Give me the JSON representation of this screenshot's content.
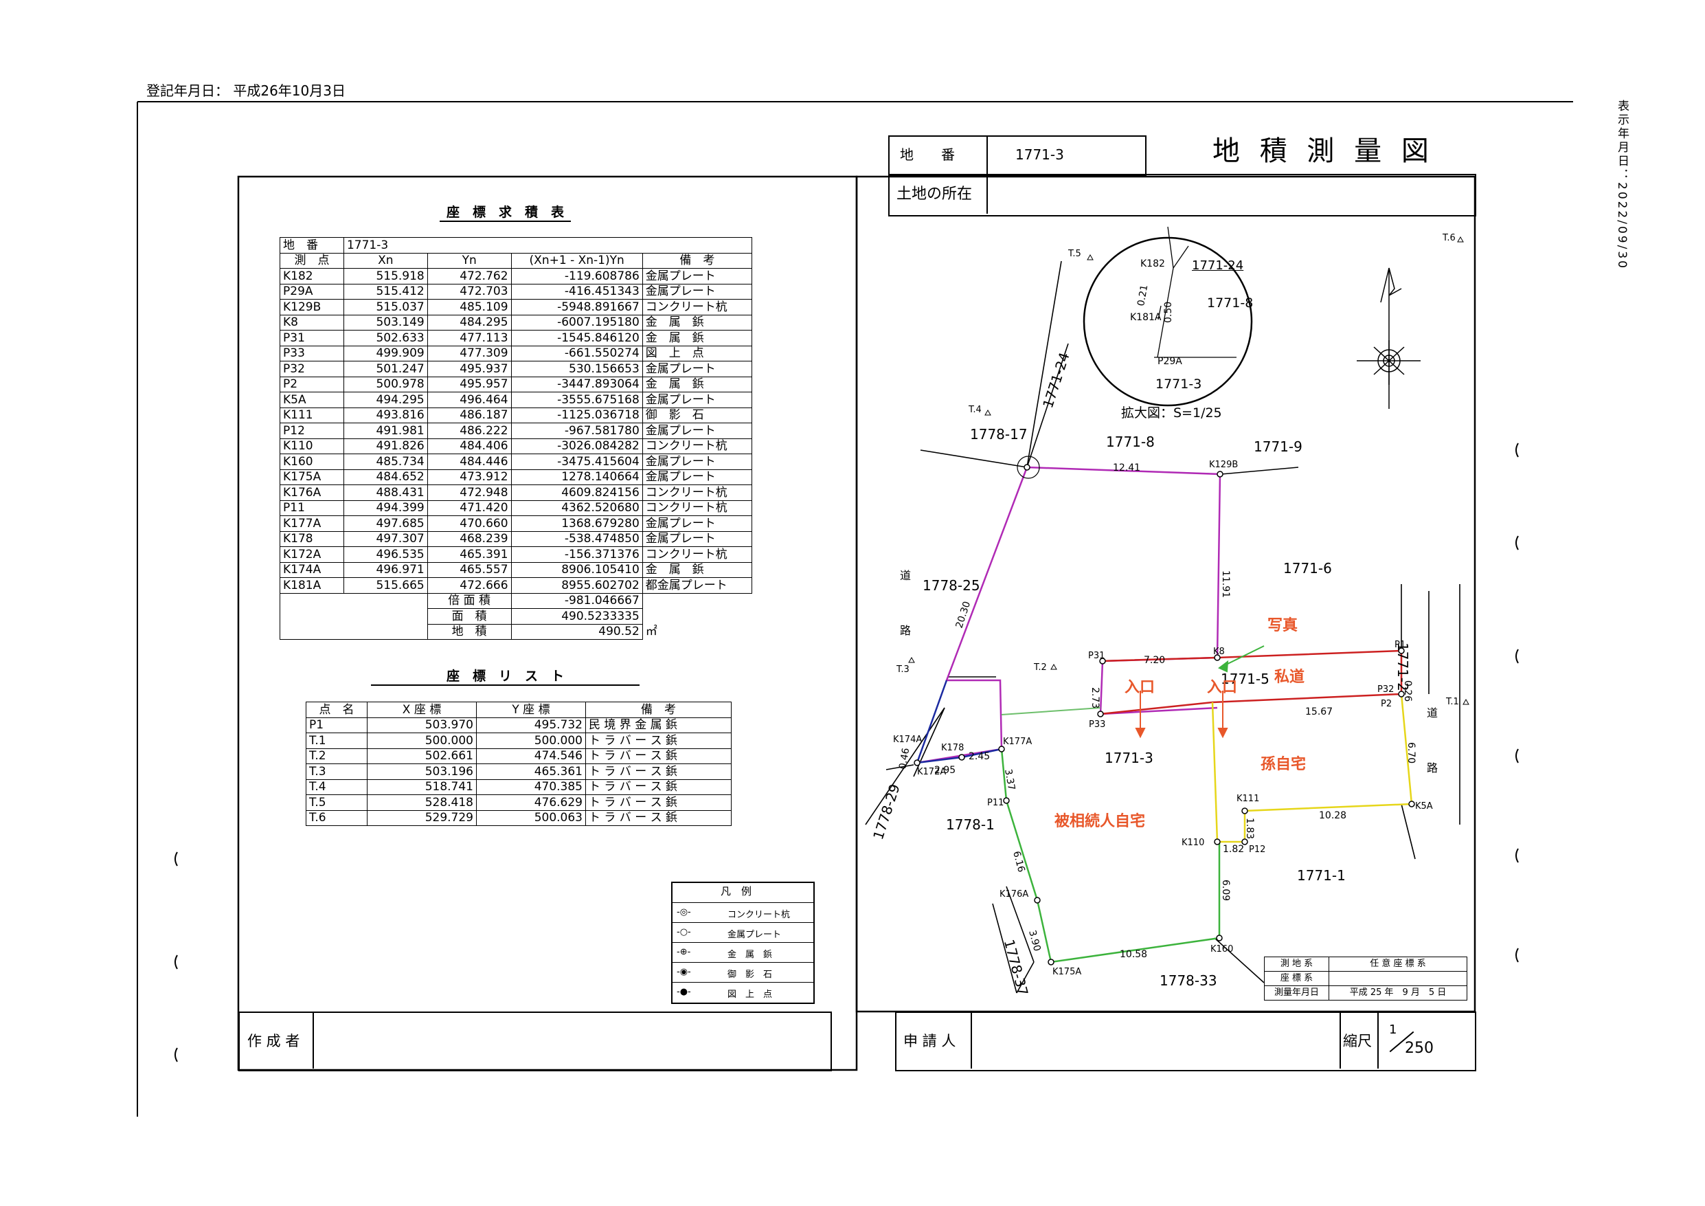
{
  "header": {
    "registration_date": "登記年月日： 平成26年10月3日",
    "side_stamp": "表示年月日：2022/09/30"
  },
  "title_block": {
    "lot_label": "地　　番",
    "lot_value": "1771-3",
    "location_label": "土地の所在",
    "location_value": "",
    "title": "地 積 測 量 図"
  },
  "area_table": {
    "title": "座　標　求　積　表",
    "head_label": "地　番",
    "head_value": "1771-3",
    "columns": [
      "測　点",
      "Xn",
      "Yn",
      "(Xn+1 - Xn-1)Yn",
      "備　考"
    ],
    "rows": [
      [
        "K182",
        "515.918",
        "472.762",
        "-119.608786",
        "金属プレート"
      ],
      [
        "P29A",
        "515.412",
        "472.703",
        "-416.451343",
        "金属プレート"
      ],
      [
        "K129B",
        "515.037",
        "485.109",
        "-5948.891667",
        "コンクリート杭"
      ],
      [
        "K8",
        "503.149",
        "484.295",
        "-6007.195180",
        "金　属　鋲"
      ],
      [
        "P31",
        "502.633",
        "477.113",
        "-1545.846120",
        "金　属　鋲"
      ],
      [
        "P33",
        "499.909",
        "477.309",
        "-661.550274",
        "図　上　点"
      ],
      [
        "P32",
        "501.247",
        "495.937",
        "530.156653",
        "金属プレート"
      ],
      [
        "P2",
        "500.978",
        "495.957",
        "-3447.893064",
        "金　属　鋲"
      ],
      [
        "K5A",
        "494.295",
        "496.464",
        "-3555.675168",
        "金属プレート"
      ],
      [
        "K111",
        "493.816",
        "486.187",
        "-1125.036718",
        "御　影　石"
      ],
      [
        "P12",
        "491.981",
        "486.222",
        "-967.581780",
        "金属プレート"
      ],
      [
        "K110",
        "491.826",
        "484.406",
        "-3026.084282",
        "コンクリート杭"
      ],
      [
        "K160",
        "485.734",
        "484.446",
        "-3475.415604",
        "金属プレート"
      ],
      [
        "K175A",
        "484.652",
        "473.912",
        "1278.140664",
        "金属プレート"
      ],
      [
        "K176A",
        "488.431",
        "472.948",
        "4609.824156",
        "コンクリート杭"
      ],
      [
        "P11",
        "494.399",
        "471.420",
        "4362.520680",
        "コンクリート杭"
      ],
      [
        "K177A",
        "497.685",
        "470.660",
        "1368.679280",
        "金属プレート"
      ],
      [
        "K178",
        "497.307",
        "468.239",
        "-538.474850",
        "金属プレート"
      ],
      [
        "K172A",
        "496.535",
        "465.391",
        "-156.371376",
        "コンクリート杭"
      ],
      [
        "K174A",
        "496.971",
        "465.557",
        "8906.105410",
        "金　属　鋲"
      ],
      [
        "K181A",
        "515.665",
        "472.666",
        "8955.602702",
        "都金属プレート"
      ]
    ],
    "totals": [
      [
        "倍 面 積",
        "-981.046667",
        ""
      ],
      [
        "面　積",
        "490.5233335",
        ""
      ],
      [
        "地　積",
        "490.52",
        "㎡"
      ]
    ]
  },
  "coord_list": {
    "title": "座　標　リ　ス　ト",
    "columns": [
      "点　名",
      "X 座 標",
      "Y 座 標",
      "備　考"
    ],
    "rows": [
      [
        "P1",
        "503.970",
        "495.732",
        "民 境 界 金 属 鋲"
      ],
      [
        "T.1",
        "500.000",
        "500.000",
        "ト ラ バ ー ス 鋲"
      ],
      [
        "T.2",
        "502.661",
        "474.546",
        "ト ラ バ ー ス 鋲"
      ],
      [
        "T.3",
        "503.196",
        "465.361",
        "ト ラ バ ー ス 鋲"
      ],
      [
        "T.4",
        "518.741",
        "470.385",
        "ト ラ バ ー ス 鋲"
      ],
      [
        "T.5",
        "528.418",
        "476.629",
        "ト ラ バ ー ス 鋲"
      ],
      [
        "T.6",
        "529.729",
        "500.063",
        "ト ラ バ ー ス 鋲"
      ]
    ]
  },
  "legend": {
    "title": "凡　例",
    "items": [
      "コンクリート杭",
      "金属プレート",
      "金　属　鋲",
      "御　影　石",
      "図　上　点"
    ]
  },
  "plan": {
    "parcels": [
      "1771-3",
      "1771-8",
      "1771-9",
      "1771-6",
      "1771-5",
      "1771-2",
      "1771-1",
      "1778-17",
      "1778-25",
      "1778-29",
      "1778-1",
      "1778-33",
      "1778-37",
      "1771-24"
    ],
    "road_labels": [
      "道",
      "路"
    ],
    "annotations": {
      "photo": "写真",
      "entrance": "入口",
      "private_road": "私道",
      "grandchild_home": "孫自宅",
      "decedent_home": "被相続人自宅"
    },
    "zoom_label": "拡大図：S=1/25",
    "annotation_color": "#e8572a"
  },
  "survey_box": {
    "rows": [
      [
        "測 地 系",
        "任 意 座 標 系"
      ],
      [
        "座 標 系",
        ""
      ],
      [
        "測量年月日",
        "平成 25 年　9 月　5 日"
      ]
    ]
  },
  "footer": {
    "creator_label": "作 成 者",
    "applicant_label": "申 請 人",
    "scale_label": "縮尺",
    "scale_num": "1",
    "scale_den": "250"
  }
}
